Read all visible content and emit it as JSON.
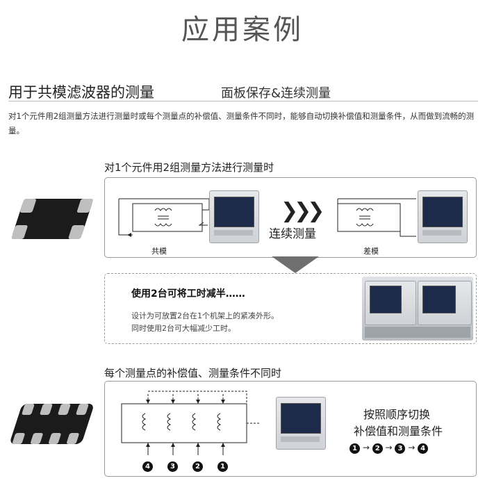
{
  "page": {
    "title": "应用案例",
    "section_title": "用于共模滤波器的测量",
    "section_subtitle": "面板保存&连续测量",
    "description": "对1个元件用2组测量方法进行测量时或每个测量点的补偿值、测量条件不同时，能够自动切换补偿值和测量条件，从而做到流畅的测量。"
  },
  "case1": {
    "caption": "对1个元件用2组测量方法进行测量时",
    "label_left": "共模",
    "label_right": "差模",
    "continuous_label": "连续测量",
    "arrows_glyph": "❯❯❯"
  },
  "benefit": {
    "heading": "使用2台可将工时减半……",
    "line1": "设计为可放置2台在1个机架上的紧凑外形。",
    "line2": "同时使用2台可大幅减少工时。"
  },
  "case2": {
    "caption": "每个测量点的补偿值、测量条件不同时",
    "switch_line1": "按照顺序切换",
    "switch_line2": "补偿值和测量条件",
    "sequence": [
      "1",
      "2",
      "3",
      "4"
    ],
    "sequence_arrow": "→",
    "points_bottom": [
      "4",
      "3",
      "2",
      "1"
    ]
  },
  "colors": {
    "chip_body": "#1b1b1b",
    "chip_pad": "#bfbfbf",
    "screen": "#1d2a4a",
    "panel_border": "#9a9a9a"
  }
}
